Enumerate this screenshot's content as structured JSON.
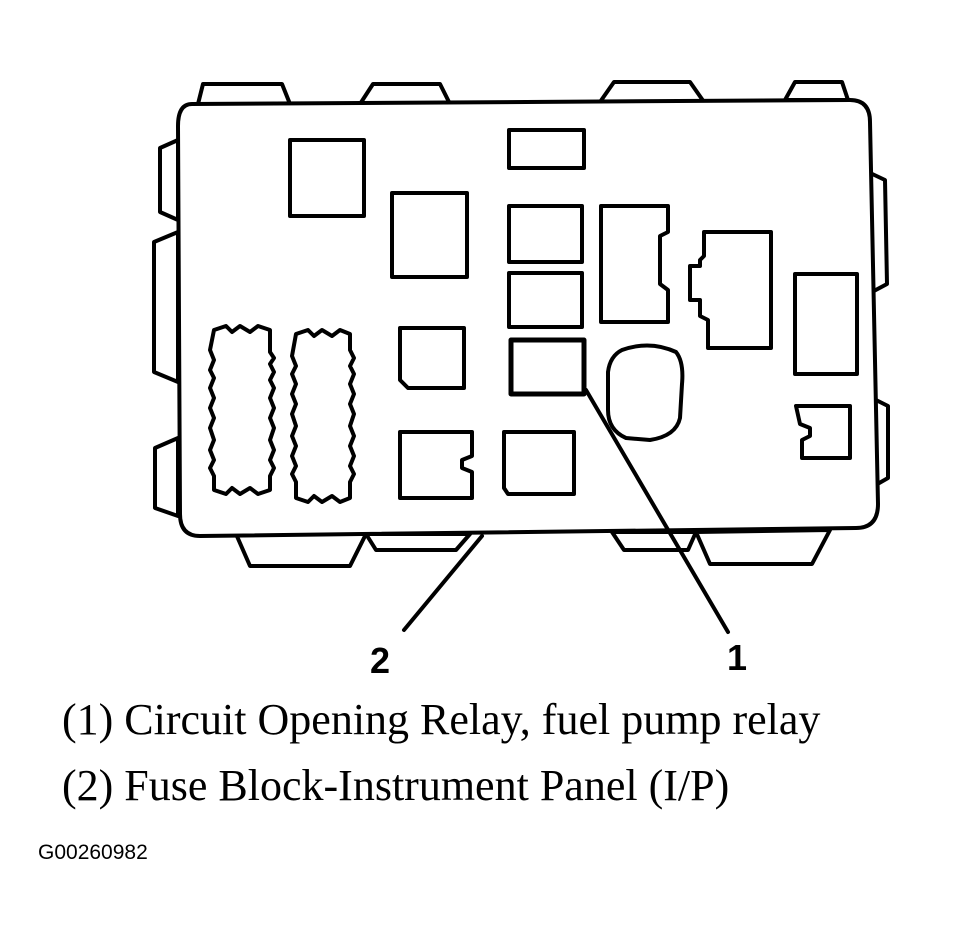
{
  "callouts": {
    "one": "1",
    "two": "2"
  },
  "legend": {
    "item1": "(1) Circuit Opening Relay, fuel pump relay",
    "item2": "(2) Fuse Block-Instrument Panel (I/P)"
  },
  "figure_id": "G00260982"
}
